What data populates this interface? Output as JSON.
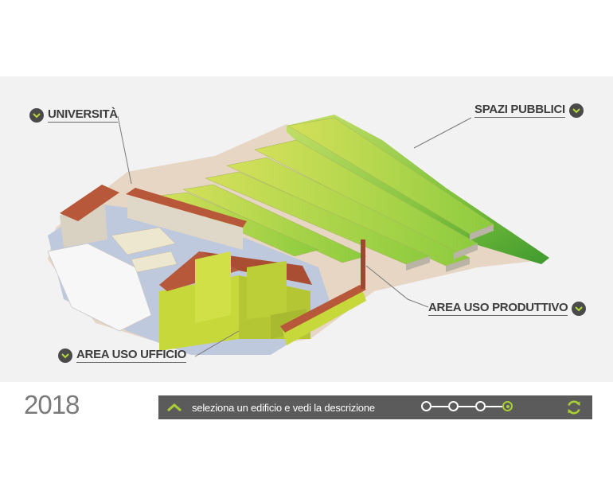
{
  "labels": {
    "universita": "UNIVERSITÀ",
    "spazi_pubblici": "SPAZI PUBBLICI",
    "area_produttivo": "AREA USO PRODUTTIVO",
    "area_ufficio": "AREA USO UFFICIO"
  },
  "year": "2018",
  "bar": {
    "hint": "seleziona un edificio e vedi la descrizione",
    "steps_total": 4,
    "step_active": 4
  },
  "icons": {
    "callout": "chevron-down-icon",
    "collapse": "chevron-up-icon",
    "reset": "refresh-icon"
  },
  "colors": {
    "accent": "#a9cf32",
    "bar_bg": "#5b5b5b",
    "building": "#c6d83a",
    "roof": "#b8583a",
    "label_text": "#3d3d3d"
  }
}
